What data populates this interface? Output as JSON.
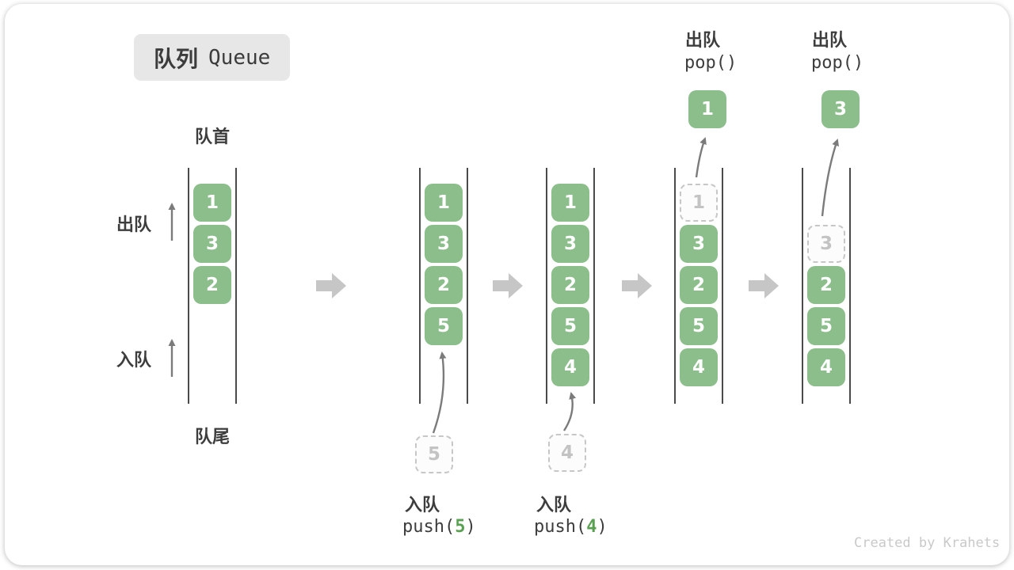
{
  "diagram": {
    "title": {
      "zh": "队列",
      "en": "Queue"
    },
    "front_label": "队首",
    "rear_label": "队尾",
    "dequeue_label": "出队",
    "enqueue_label": "入队",
    "footer": "Created by Krahets"
  },
  "colors": {
    "green": "#8BBE8B",
    "code_green": "#5AA052",
    "line": "#4A4A4A",
    "ghost_border": "#C7C7C7",
    "ghost_text": "#C3C3C3",
    "gray_arrow": "#C6C6C6",
    "thin_arrow": "#7B7B7B"
  },
  "columns": [
    {
      "cells": [
        "1",
        "3",
        "2"
      ]
    },
    {
      "cells": [
        "1",
        "3",
        "2",
        "5"
      ],
      "incoming": "5",
      "op": {
        "label": "入队",
        "fn": "push(",
        "arg": "5",
        "close": ")"
      }
    },
    {
      "cells": [
        "1",
        "3",
        "2",
        "5",
        "4"
      ],
      "incoming": "4",
      "op": {
        "label": "入队",
        "fn": "push(",
        "arg": "4",
        "close": ")"
      }
    },
    {
      "ghost": "1",
      "cells": [
        "3",
        "2",
        "5",
        "4"
      ],
      "popped": "1",
      "op": {
        "label": "出队",
        "code": "pop()"
      }
    },
    {
      "ghost": "3",
      "cells": [
        "2",
        "5",
        "4"
      ],
      "popped": "3",
      "op": {
        "label": "出队",
        "code": "pop()"
      }
    }
  ]
}
